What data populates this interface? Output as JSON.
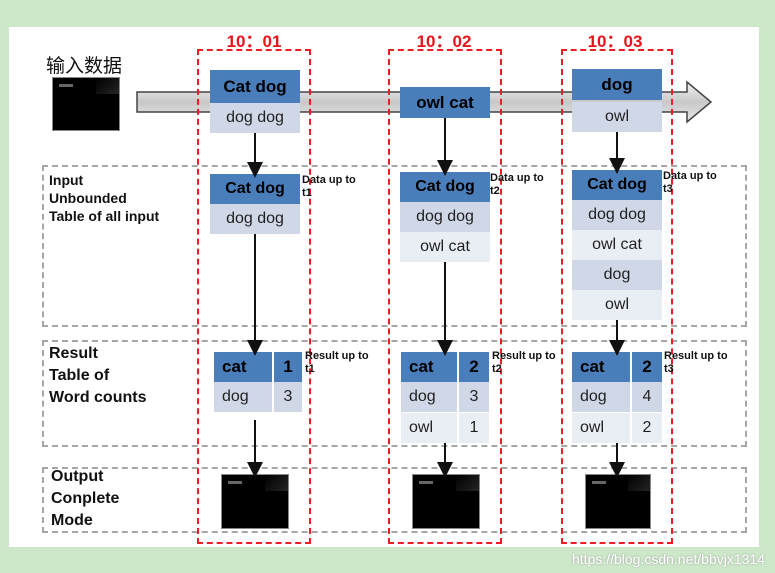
{
  "input_label": "输入数据",
  "times": [
    "10：01",
    "10：02",
    "10：03"
  ],
  "stream": {
    "t1": {
      "top": "Cat  dog",
      "bottom": "dog  dog"
    },
    "t2": {
      "top": "owl  cat"
    },
    "t3": {
      "top": "dog",
      "bottom": "owl"
    }
  },
  "input_section": {
    "lines": [
      "Input",
      "Unbounded",
      "Table of all input"
    ],
    "t1": {
      "rows": [
        "Cat  dog",
        "dog  dog"
      ],
      "note": "Data up to t1"
    },
    "t2": {
      "rows": [
        "Cat  dog",
        "dog  dog",
        "owl  cat"
      ],
      "note": "Data up to t2"
    },
    "t3": {
      "rows": [
        "Cat  dog",
        "dog  dog",
        "owl  cat",
        "dog",
        "owl"
      ],
      "note": "Data up to t3"
    }
  },
  "result_section": {
    "lines": [
      "Result",
      "Table of",
      "Word counts"
    ],
    "t1": {
      "header": [
        "cat",
        "1"
      ],
      "rows": [
        [
          "dog",
          "3"
        ]
      ],
      "note": "Result up to t1"
    },
    "t2": {
      "header": [
        "cat",
        "2"
      ],
      "rows": [
        [
          "dog",
          "3"
        ],
        [
          "owl",
          "1"
        ]
      ],
      "note": "Result up to t2"
    },
    "t3": {
      "header": [
        "cat",
        "2"
      ],
      "rows": [
        [
          "dog",
          "4"
        ],
        [
          "owl",
          "2"
        ]
      ],
      "note": "Result up to t3"
    }
  },
  "output_section": {
    "lines": [
      "Output",
      "Conplete",
      "Mode"
    ]
  },
  "watermark": "https://blog.csdn.net/bbvjx1314",
  "colors": {
    "accent_red": "#ee1c25",
    "header_blue": "#4a7ebb",
    "row_light": "#d0d8e8",
    "row_lighter": "#e9edf4",
    "dashed_gray": "#a6a6a6"
  }
}
